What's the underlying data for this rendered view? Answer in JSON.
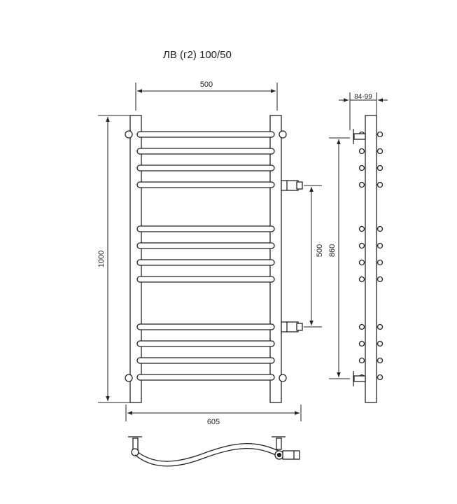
{
  "title": "ЛВ (г2) 100/50",
  "dimensions": {
    "width_top": "500",
    "depth": "84-99",
    "height_left": "1000",
    "connection_center": "500",
    "mount_height": "860",
    "width_bottom": "605"
  },
  "front_view": {
    "rail_groups": [
      4,
      4,
      4
    ]
  },
  "colors": {
    "line": "#222222",
    "fill": "#ffffff"
  }
}
